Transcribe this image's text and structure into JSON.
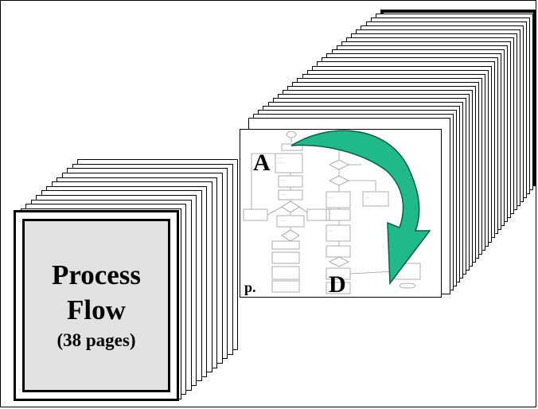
{
  "cover": {
    "title_line1": "Process",
    "title_line2": "Flow",
    "subtitle": "(38 pages)"
  },
  "center_page": {
    "start_label": "A",
    "end_label": "D",
    "page_label": "p."
  },
  "colors": {
    "cover_fill": "#e2e2e2",
    "arrow_fill": "#20b98a",
    "arrow_stroke": "#0d5c44",
    "ink": "#000000",
    "flow_lines": "#9a9a9a"
  },
  "icons": {
    "arrow": "curved-arrow-icon"
  }
}
